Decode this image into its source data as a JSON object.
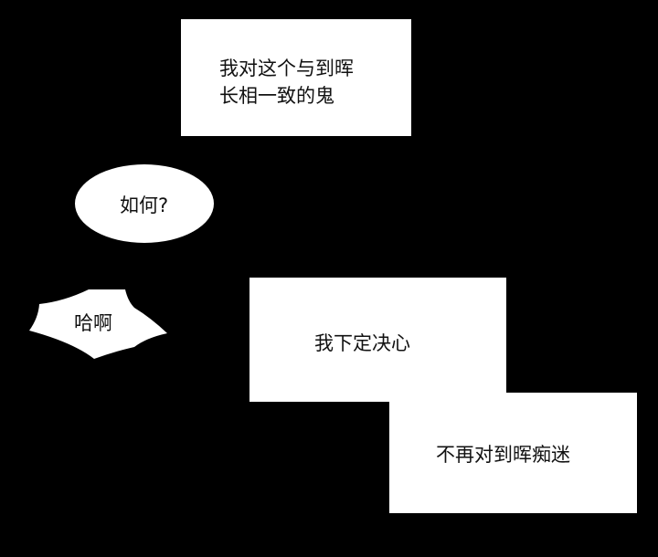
{
  "panel": {
    "caption_top": {
      "line1": "我对这个与到晖",
      "line2": "长相一致的鬼"
    },
    "bubble_oval": "如何?",
    "bubble_spiky": "哈啊",
    "caption_middle": "我下定决心",
    "caption_bottom": "不再对到晖痴迷"
  }
}
